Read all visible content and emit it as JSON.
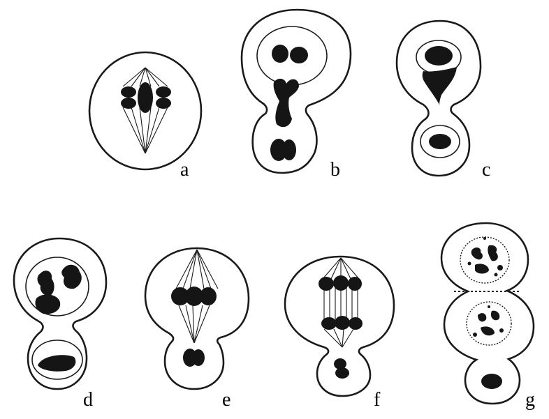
{
  "figure": {
    "panels": [
      {
        "id": "a",
        "label": "a"
      },
      {
        "id": "b",
        "label": "b"
      },
      {
        "id": "c",
        "label": "c"
      },
      {
        "id": "d",
        "label": "d"
      },
      {
        "id": "e",
        "label": "e"
      },
      {
        "id": "f",
        "label": "f"
      },
      {
        "id": "g",
        "label": "g"
      }
    ],
    "colors": {
      "ink": "#151515",
      "background": "#ffffff"
    }
  }
}
